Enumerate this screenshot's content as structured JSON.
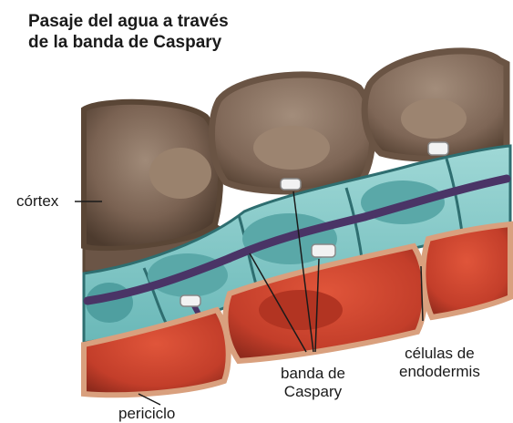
{
  "title": {
    "line1": "Pasaje del agua a través",
    "line2": "de la banda de Caspary"
  },
  "labels": {
    "cortex": "córtex",
    "periciclo": "periciclo",
    "banda_line1": "banda de",
    "banda_line2": "Caspary",
    "celulas_line1": "células de",
    "celulas_line2": "endodermis"
  },
  "colors": {
    "cortex_cell": "#8a7060",
    "cortex_wall": "#5a4636",
    "cortex_nucleus": "#9c8470",
    "endodermis": "#7fc8c8",
    "endodermis_dark": "#3f8a8c",
    "water_path": "#4a3466",
    "pericycle": "#c8442e",
    "pericycle_wall": "#d9a07e",
    "caspary_band": "#f2f2f2"
  }
}
